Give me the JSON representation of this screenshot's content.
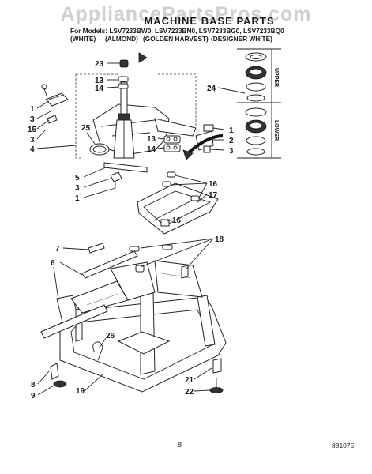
{
  "watermark": "AppliancePartsPros.com",
  "title": "MACHINE BASE PARTS",
  "models_line": "For Models: LSV7233BW0, LSV7233BN0,   LSV7233BG0,      LSV7233BQ0",
  "color_labels": [
    "(WHITE)",
    "(ALMOND)",
    "(GOLDEN HARVEST)",
    "(DESIGNER WHITE)"
  ],
  "side_labels": {
    "upper": "UPPER",
    "lower": "LOWER"
  },
  "callouts": {
    "c1a": "1",
    "c3a": "3",
    "c15": "15",
    "c3b": "3",
    "c4": "4",
    "c25": "25",
    "c5": "5",
    "c3c": "3",
    "c1b": "1",
    "c23": "23",
    "c13a": "13",
    "c14a": "14",
    "c24": "24",
    "c1c": "1",
    "c2": "2",
    "c3d": "3",
    "c13b": "13",
    "c14b": "14",
    "c16a": "16",
    "c17": "17",
    "c16b": "16",
    "c7": "7",
    "c6": "6",
    "c18": "18",
    "c26": "26",
    "c8": "8",
    "c9": "9",
    "c19": "19",
    "c21": "21",
    "c22": "22"
  },
  "page_number": "8",
  "doc_code": "881075"
}
